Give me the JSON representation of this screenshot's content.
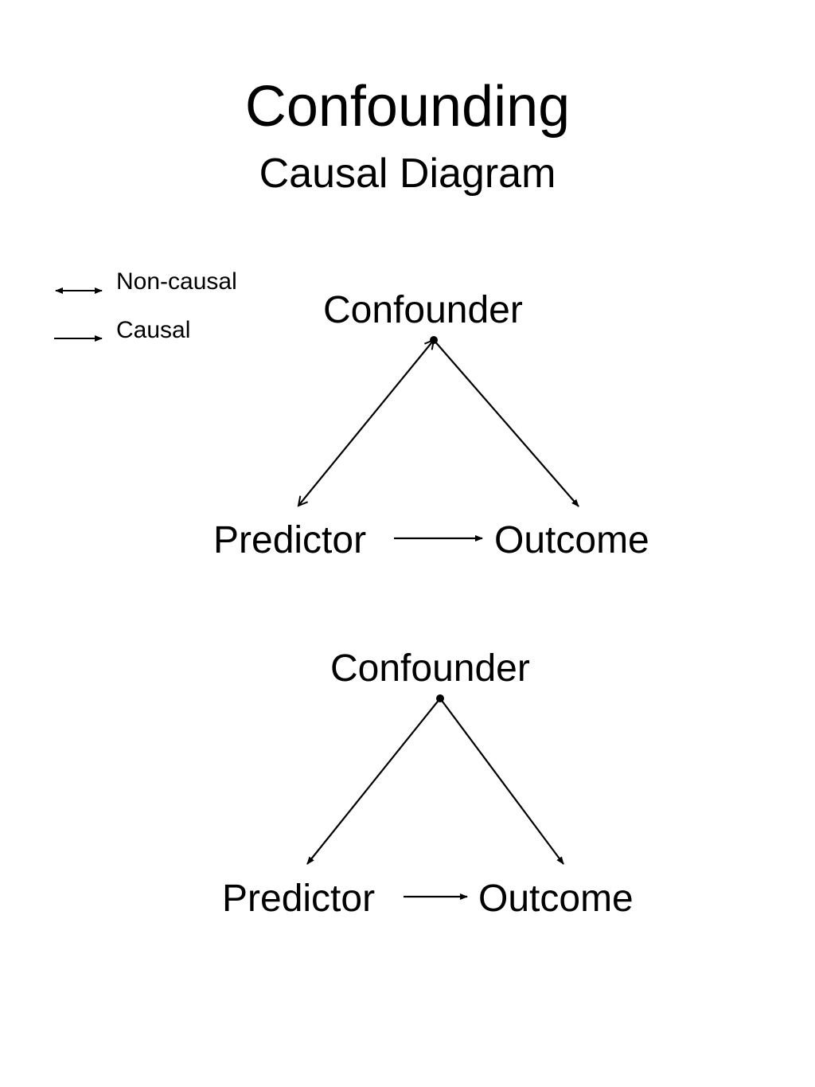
{
  "slide": {
    "title": "Confounding",
    "subtitle": "Causal Diagram"
  },
  "legend": {
    "non_causal": {
      "label": "Non-causal",
      "icon": "double-headed-arrow-icon"
    },
    "causal": {
      "label": "Causal",
      "icon": "single-headed-arrow-icon"
    }
  },
  "diagrams": [
    {
      "confounder": "Confounder",
      "predictor": "Predictor",
      "outcome": "Outcome",
      "edges": [
        {
          "from": "Confounder",
          "to": "Predictor",
          "kind": "non-causal"
        },
        {
          "from": "Confounder",
          "to": "Outcome",
          "kind": "causal"
        },
        {
          "from": "Predictor",
          "to": "Outcome",
          "kind": "causal"
        }
      ]
    },
    {
      "confounder": "Confounder",
      "predictor": "Predictor",
      "outcome": "Outcome",
      "edges": [
        {
          "from": "Confounder",
          "to": "Predictor",
          "kind": "causal"
        },
        {
          "from": "Confounder",
          "to": "Outcome",
          "kind": "causal"
        },
        {
          "from": "Predictor",
          "to": "Outcome",
          "kind": "causal"
        }
      ]
    }
  ],
  "colors": {
    "background": "#ffffff",
    "ink": "#000000"
  }
}
